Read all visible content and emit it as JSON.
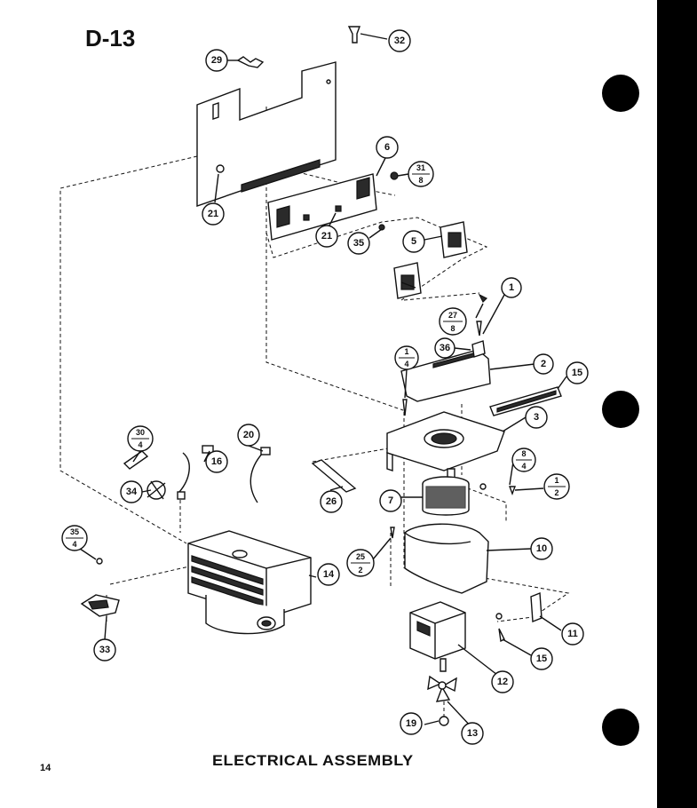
{
  "page": {
    "code": "D-13",
    "number": "14",
    "title": "ELECTRICAL ASSEMBLY"
  },
  "colors": {
    "ink": "#111111",
    "paper": "#ffffff",
    "edge": "#000000"
  },
  "callouts": [
    {
      "id": "c32",
      "label": "32"
    },
    {
      "id": "c29",
      "label": "29"
    },
    {
      "id": "c6",
      "label": "6"
    },
    {
      "id": "c31-8",
      "top": "31",
      "bottom": "8"
    },
    {
      "id": "c21a",
      "label": "21"
    },
    {
      "id": "c21b",
      "label": "21"
    },
    {
      "id": "c35a",
      "label": "35"
    },
    {
      "id": "c5",
      "label": "5"
    },
    {
      "id": "c1",
      "label": "1"
    },
    {
      "id": "c27-8",
      "top": "27",
      "bottom": "8"
    },
    {
      "id": "c36",
      "label": "36"
    },
    {
      "id": "c1-4",
      "top": "1",
      "bottom": "4"
    },
    {
      "id": "c2",
      "label": "2"
    },
    {
      "id": "c15a",
      "label": "15"
    },
    {
      "id": "c3",
      "label": "3"
    },
    {
      "id": "c30-4",
      "top": "30",
      "bottom": "4"
    },
    {
      "id": "c20",
      "label": "20"
    },
    {
      "id": "c16",
      "label": "16"
    },
    {
      "id": "c8-4",
      "top": "8",
      "bottom": "4"
    },
    {
      "id": "c1-2",
      "top": "1",
      "bottom": "2"
    },
    {
      "id": "c34",
      "label": "34"
    },
    {
      "id": "c26",
      "label": "26"
    },
    {
      "id": "c7",
      "label": "7"
    },
    {
      "id": "c35-4",
      "top": "35",
      "bottom": "4"
    },
    {
      "id": "c25-2",
      "top": "25",
      "bottom": "2"
    },
    {
      "id": "c10",
      "label": "10"
    },
    {
      "id": "c14",
      "label": "14"
    },
    {
      "id": "c11",
      "label": "11"
    },
    {
      "id": "c33",
      "label": "33"
    },
    {
      "id": "c15b",
      "label": "15"
    },
    {
      "id": "c12",
      "label": "12"
    },
    {
      "id": "c19",
      "label": "19"
    },
    {
      "id": "c13",
      "label": "13"
    }
  ]
}
